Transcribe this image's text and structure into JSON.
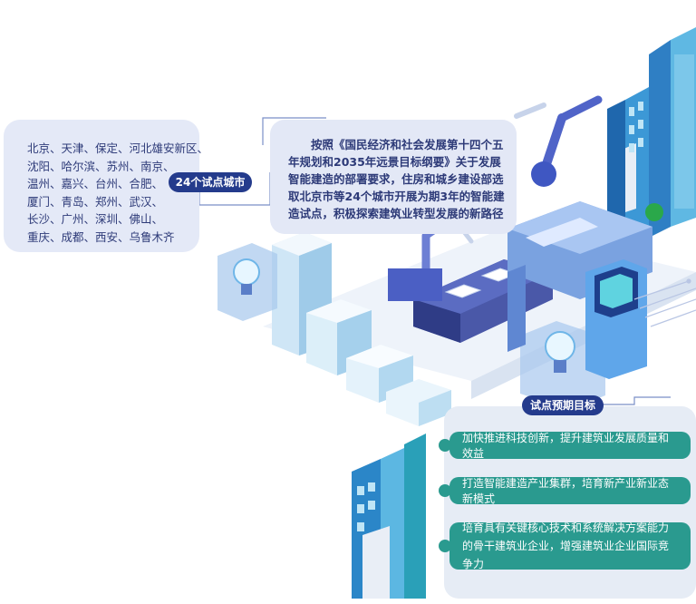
{
  "cities": {
    "tag": "24个试点城市",
    "lines": [
      "北京、天津、保定、河北雄安新区、",
      "沈阳、哈尔滨、苏州、南京、",
      "温州、嘉兴、台州、合肥、",
      "厦门、青岛、郑州、武汉、",
      "长沙、广州、深圳、佛山、",
      "重庆、成都、西安、乌鲁木齐"
    ]
  },
  "policy": {
    "text": "按照《国民经济和社会发展第十四个五年规划和2035年远景目标纲要》关于发展智能建造的部署要求，住房和城乡建设部选取北京市等24个城市开展为期3年的智能建造试点，积极探索建筑业转型发展的新路径"
  },
  "goals": {
    "tag": "试点预期目标",
    "items": [
      "加快推进科技创新，提升建筑业发展质量和效益",
      "打造智能建造产业集群，培育新产业新业态新模式",
      "培育具有关键核心技术和系统解决方案能力的骨干建筑业企业，增强建筑业企业国际竞争力"
    ]
  },
  "colors": {
    "navy": "#243b8c",
    "teal": "#2a9a8f",
    "panel": "#e4e9f7",
    "building_blue": "#3a8fd6",
    "building_cyan": "#63c2e8",
    "green_dot": "#2aa84a"
  }
}
